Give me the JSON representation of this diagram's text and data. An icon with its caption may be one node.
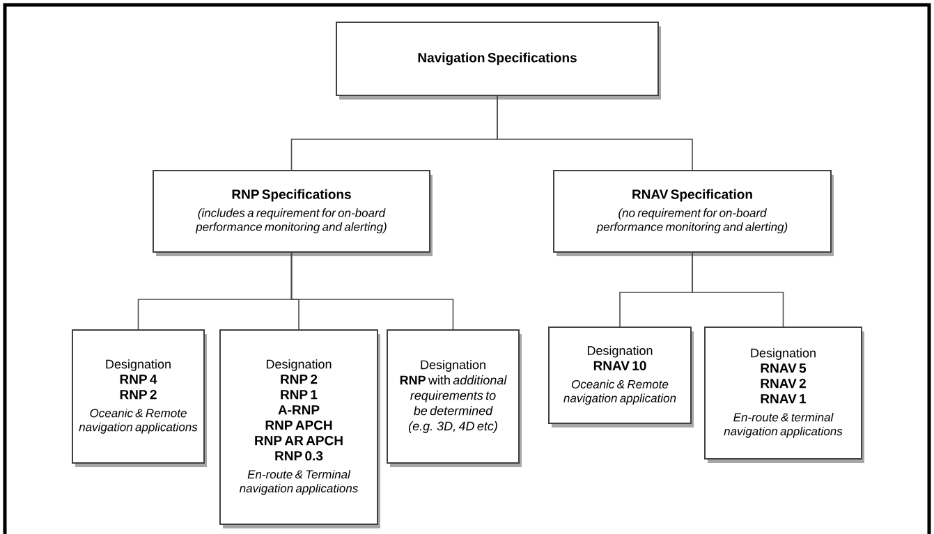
{
  "diagram": {
    "nodes": [
      {
        "text": [
          "Navigation Specifications"
        ]
      },
      {
        "text": [
          "RNP Specifications",
          "(includes a requirement for on-board performance monitoring and alerting)"
        ]
      },
      {
        "text": [
          "RNAV Specification",
          "(no requirement for on-board performance monitoring and alerting)"
        ]
      },
      {
        "text": [
          "Designation",
          "RNP 4",
          "RNP 2",
          "Oceanic & Remote navigation applications"
        ]
      },
      {
        "text": [
          "Designation",
          "RNP 2",
          "RNP 1",
          "A-RNP",
          "RNP APCH",
          "RNP AR APCH",
          "RNP 0.3",
          "En-route & Terminal navigation applications"
        ]
      },
      {
        "text": [
          "Designation",
          "**RNP** with *additional requirements to be determined (e.g. 3D, 4D etc)*"
        ]
      },
      {
        "text": [
          "Designation",
          "RNAV 10",
          "Oceanic & Remote navigation application"
        ]
      },
      {
        "text": [
          "Designation",
          "RNAV 5",
          "RNAV 2",
          "RNAV 1",
          "En-route & terminal navigation applications"
        ]
      }
    ],
    "edges": [
      {
        "from": 0,
        "to": 1,
        "arrow": "none"
      },
      {
        "from": 0,
        "to": 2,
        "arrow": "none"
      },
      {
        "from": 1,
        "to": 3,
        "arrow": "none"
      },
      {
        "from": 1,
        "to": 4,
        "arrow": "none"
      },
      {
        "from": 1,
        "to": 5,
        "arrow": "none"
      },
      {
        "from": 2,
        "to": 6,
        "arrow": "none"
      },
      {
        "from": 2,
        "to": 7,
        "arrow": "none"
      }
    ]
  }
}
